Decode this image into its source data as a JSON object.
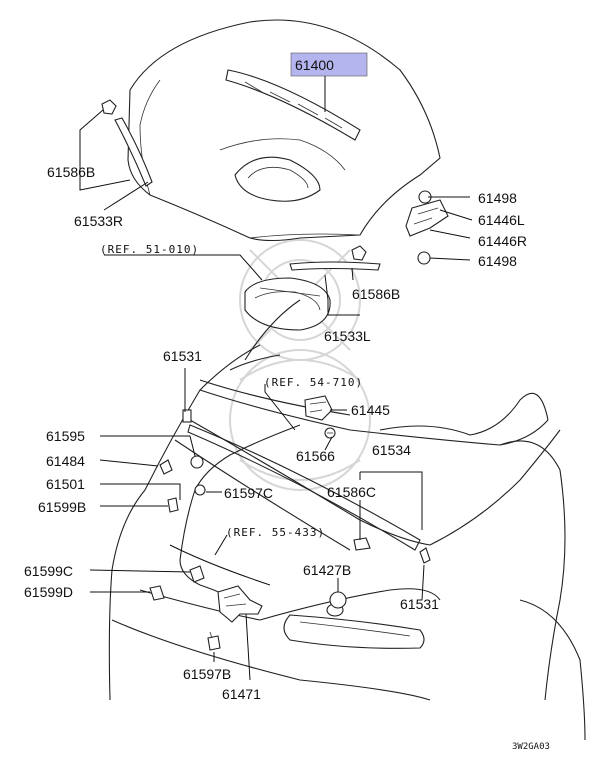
{
  "highlight_color": "#b4b4ee",
  "diagram_code": "3W2GA03",
  "references": {
    "ref_51": "(REF. 51-010)",
    "ref_54": "(REF. 54-710)",
    "ref_55": "(REF. 55-433)"
  },
  "parts": {
    "p61400": "61400",
    "p61586B_top": "61586B",
    "p61533R": "61533R",
    "p61498_top": "61498",
    "p61446L": "61446L",
    "p61446R": "61446R",
    "p61498_bot": "61498",
    "p61586B_mid": "61586B",
    "p61533L": "61533L",
    "p61531_top": "61531",
    "p61445": "61445",
    "p61566": "61566",
    "p61595": "61595",
    "p61534": "61534",
    "p61484": "61484",
    "p61501": "61501",
    "p61597C": "61597C",
    "p61586C": "61586C",
    "p61599B": "61599B",
    "p61599C": "61599C",
    "p61427B": "61427B",
    "p61599D": "61599D",
    "p61531_bot": "61531",
    "p61597B": "61597B",
    "p61471": "61471"
  }
}
